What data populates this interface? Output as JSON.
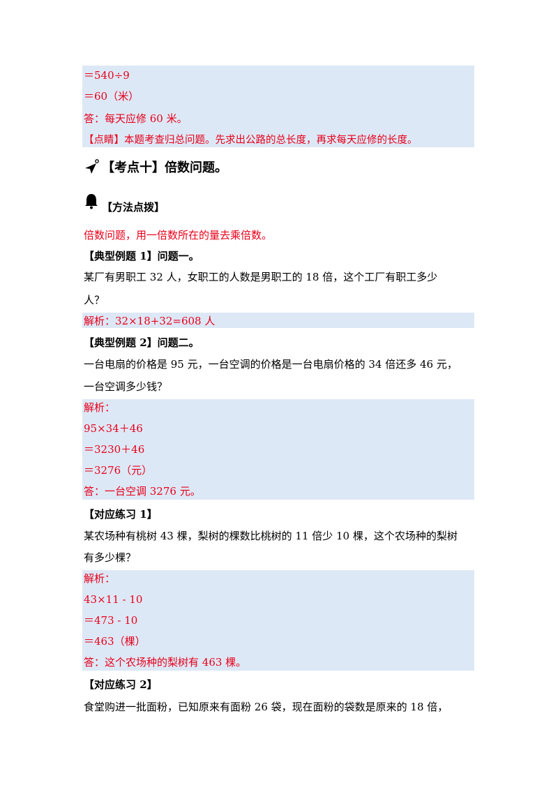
{
  "solution_top": {
    "line1": "＝540÷9",
    "line2": "＝60（米）",
    "answer": "答：每天应修 60 米。",
    "tip": "【点睛】本题考查归总问题。先求出公路的总长度，再求每天应修的长度。"
  },
  "section": {
    "title": "【考点十】倍数问题。",
    "method_label": "【方法点拨】",
    "method_text": "倍数问题，用一倍数所在的量去乘倍数。"
  },
  "example1": {
    "title": "【典型例题 1】问题一。",
    "q1": "某厂有男职工 32 人，女职工的人数是男职工的 18 倍，这个工厂有职工多少",
    "q2": "人？",
    "analysis": "解析：32×18+32=608 人"
  },
  "example2": {
    "title": "【典型例题 2】问题二。",
    "q1": "一台电扇的价格是 95 元，一台空调的价格是一台电扇价格的 34 倍还多 46 元，",
    "q2": "一台空调多少钱？",
    "a_label": "解析：",
    "a1": "95×34＋46",
    "a2": "＝3230＋46",
    "a3": "＝3276（元）",
    "answer": "答：一台空调 3276 元。"
  },
  "practice1": {
    "title": "【对应练习 1】",
    "q1": "某农场种有桃树 43 棵，梨树的棵数比桃树的 11 倍少 10 棵，这个农场种的梨树",
    "q2": "有多少棵？",
    "a_label": "解析：",
    "a1": "43×11 - 10",
    "a2": "＝473 - 10",
    "a3": "＝463（棵）",
    "answer": "答：这个农场种的梨树有 463 棵。"
  },
  "practice2": {
    "title": "【对应练习 2】",
    "q1": "食堂购进一批面粉，已知原来有面粉 26 袋，现在面粉的袋数是原来的 18 倍，"
  },
  "icons": {
    "section_icon": "navigation-arrow-icon",
    "method_icon": "bell-icon"
  }
}
